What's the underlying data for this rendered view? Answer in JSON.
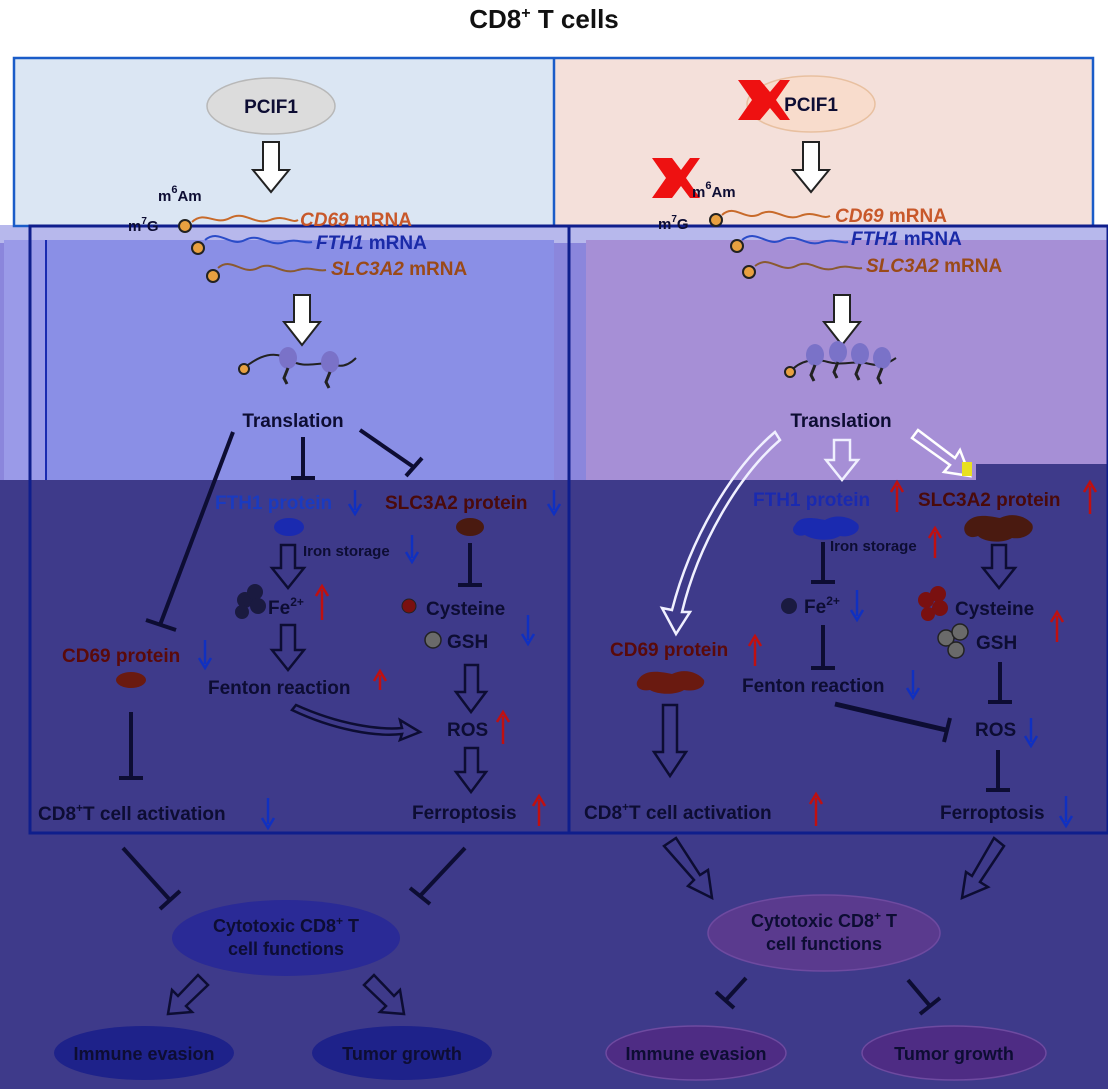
{
  "title": {
    "main": "CD8",
    "sup": "+",
    "rest": " T cells"
  },
  "left": {
    "pcif1": "PCIF1",
    "m6am": "m",
    "m6am_sup": "6",
    "m6am_rest": "Am",
    "m7g": "m",
    "m7g_sup": "7",
    "m7g_rest": "G",
    "cd69_mrna_gene": "CD69",
    "fth1_mrna_gene": "FTH1",
    "slc3a2_mrna_gene": "SLC3A2",
    "mrna_suffix": " mRNA",
    "translation": "Translation",
    "fth1_protein": "FTH1 protein",
    "slc3a2_protein": "SLC3A2 protein",
    "iron_storage": "Iron storage",
    "fe2": "Fe",
    "fe2_sup": "2+",
    "cysteine": "Cysteine",
    "gsh": "GSH",
    "cd69_protein": "CD69 protein",
    "fenton": "Fenton reaction",
    "ros": "ROS",
    "activation": "T cell activation",
    "ferroptosis": "Ferroptosis",
    "cytotoxic_line1": "Cytotoxic CD8",
    "cytotoxic_line2": "cell functions",
    "immune_evasion": "Immune evasion",
    "tumor_growth": "Tumor growth"
  },
  "right": {
    "pcif1": "PCIF1",
    "m6am": "m",
    "m6am_sup": "6",
    "m6am_rest": "Am",
    "m7g": "m",
    "m7g_sup": "7",
    "m7g_rest": "G",
    "cd69_mrna_gene": "CD69",
    "fth1_mrna_gene": "FTH1",
    "slc3a2_mrna_gene": "SLC3A2",
    "mrna_suffix": " mRNA",
    "translation": "Translation",
    "fth1_protein": "FTH1 protein",
    "slc3a2_protein": "SLC3A2 protein",
    "iron_storage": "Iron storage",
    "fe2": "Fe",
    "fe2_sup": "2+",
    "cysteine": "Cysteine",
    "gsh": "GSH",
    "cd69_protein": "CD69 protein",
    "fenton": "Fenton reaction",
    "ros": "ROS",
    "activation": "T cell activation",
    "ferroptosis": "Ferroptosis",
    "cytotoxic_line1": "Cytotoxic CD8",
    "cytotoxic_line2": "cell functions",
    "immune_evasion": "Immune evasion",
    "tumor_growth": "Tumor growth"
  },
  "cd8_prefix": "CD8",
  "cd8_sup": "+",
  "t_suffix": " T",
  "colors": {
    "left_panel_top": "#dbe6f3",
    "right_panel_top": "#f4e0da",
    "band_mid": "#7d7fe6",
    "band_bottom": "#3e3a8a",
    "panel_border": "#1a3aa8",
    "up_arrow": "#c01010",
    "down_arrow": "#1030c0",
    "protein_red": "#6a1a10",
    "protein_blue": "#1a2ab0"
  }
}
